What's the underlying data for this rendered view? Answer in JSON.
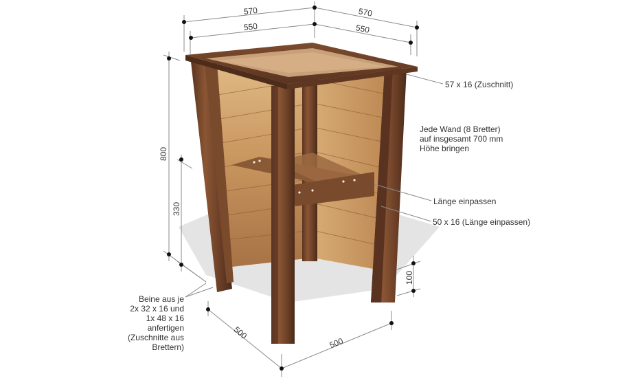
{
  "diagram": {
    "subject": "Hochbeet / Holz-Pflanzkasten",
    "dimensions": {
      "top_outer_left": "570",
      "top_outer_right": "570",
      "top_inner_left": "550",
      "top_inner_right": "550",
      "total_height": "800",
      "floor_height": "330",
      "leg_clearance": "100",
      "base_depth": "500",
      "base_width": "500"
    },
    "callouts": {
      "top_frame": "57 x 16 (Zuschnitt)",
      "walls": [
        "Jede Wand (8 Bretter)",
        "auf insgesamt 700 mm",
        "Höhe bringen"
      ],
      "floor_boards": "Länge einpassen",
      "floor_supports": "50 x 16 (Länge einpassen)",
      "legs": [
        "Beine aus je",
        "2x  32 x 16 und",
        "1x  48 x 16",
        "anfertigen",
        "(Zuschnitte aus",
        "Brettern)"
      ]
    },
    "colors": {
      "dim_line": "#8a8a8a",
      "dot": "#111111",
      "wood_dark": "#6b3f26",
      "wood_mid": "#a06a3d",
      "wood_light": "#d9b07a",
      "shadow": "#e2e2e2"
    }
  }
}
